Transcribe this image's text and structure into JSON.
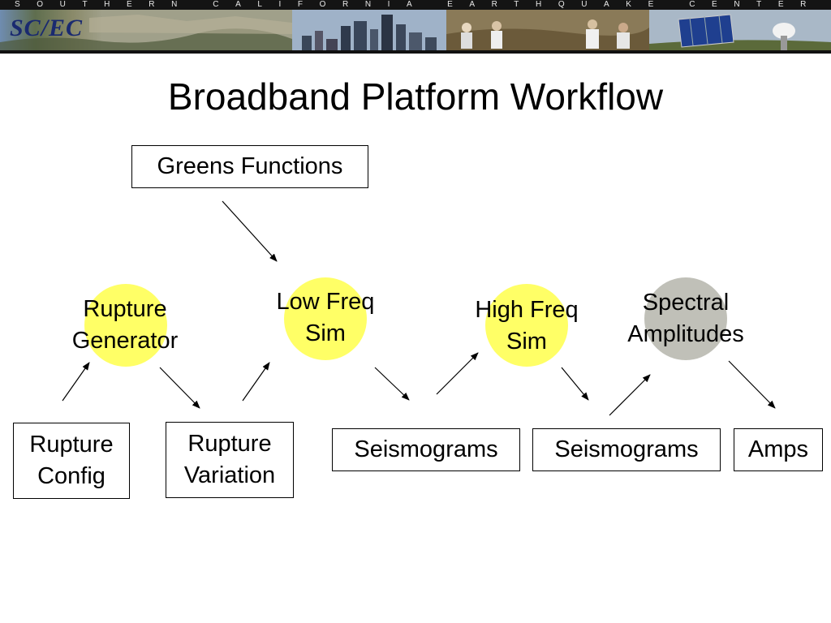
{
  "header": {
    "banner_text": "SOUTHERN CALIFORNIA EARTHQUAKE CENTER",
    "logo_text": "SC/EC"
  },
  "title": "Broadband Platform Workflow",
  "nodes": {
    "greens_functions": "Greens Functions",
    "rupture_generator_line1": "Rupture",
    "rupture_generator_line2": "Generator",
    "low_freq_line1": "Low Freq",
    "low_freq_line2": "Sim",
    "high_freq_line1": "High Freq",
    "high_freq_line2": "Sim",
    "spectral_line1": "Spectral",
    "spectral_line2": "Amplitudes",
    "rupture_config_line1": "Rupture",
    "rupture_config_line2": "Config",
    "rupture_variation_line1": "Rupture",
    "rupture_variation_line2": "Variation",
    "seismograms_1": "Seismograms",
    "seismograms_2": "Seismograms",
    "amps": "Amps"
  },
  "colors": {
    "process_fill": "#ffff66",
    "spectral_fill": "#c0c0b8",
    "logo_blue": "#1a2a70"
  }
}
